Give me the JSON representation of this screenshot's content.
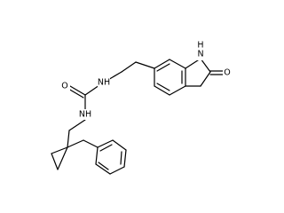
{
  "molecule": {
    "labels": {
      "oxindole_nh_n": "N",
      "oxindole_nh_h": "H",
      "oxindole_o": "O",
      "amide_nh_upper": "NH",
      "urea_o": "O",
      "amide_nh_lower": "NH"
    },
    "colors": {
      "bond": "#000000",
      "label": "#000000",
      "background": "#ffffff"
    }
  }
}
